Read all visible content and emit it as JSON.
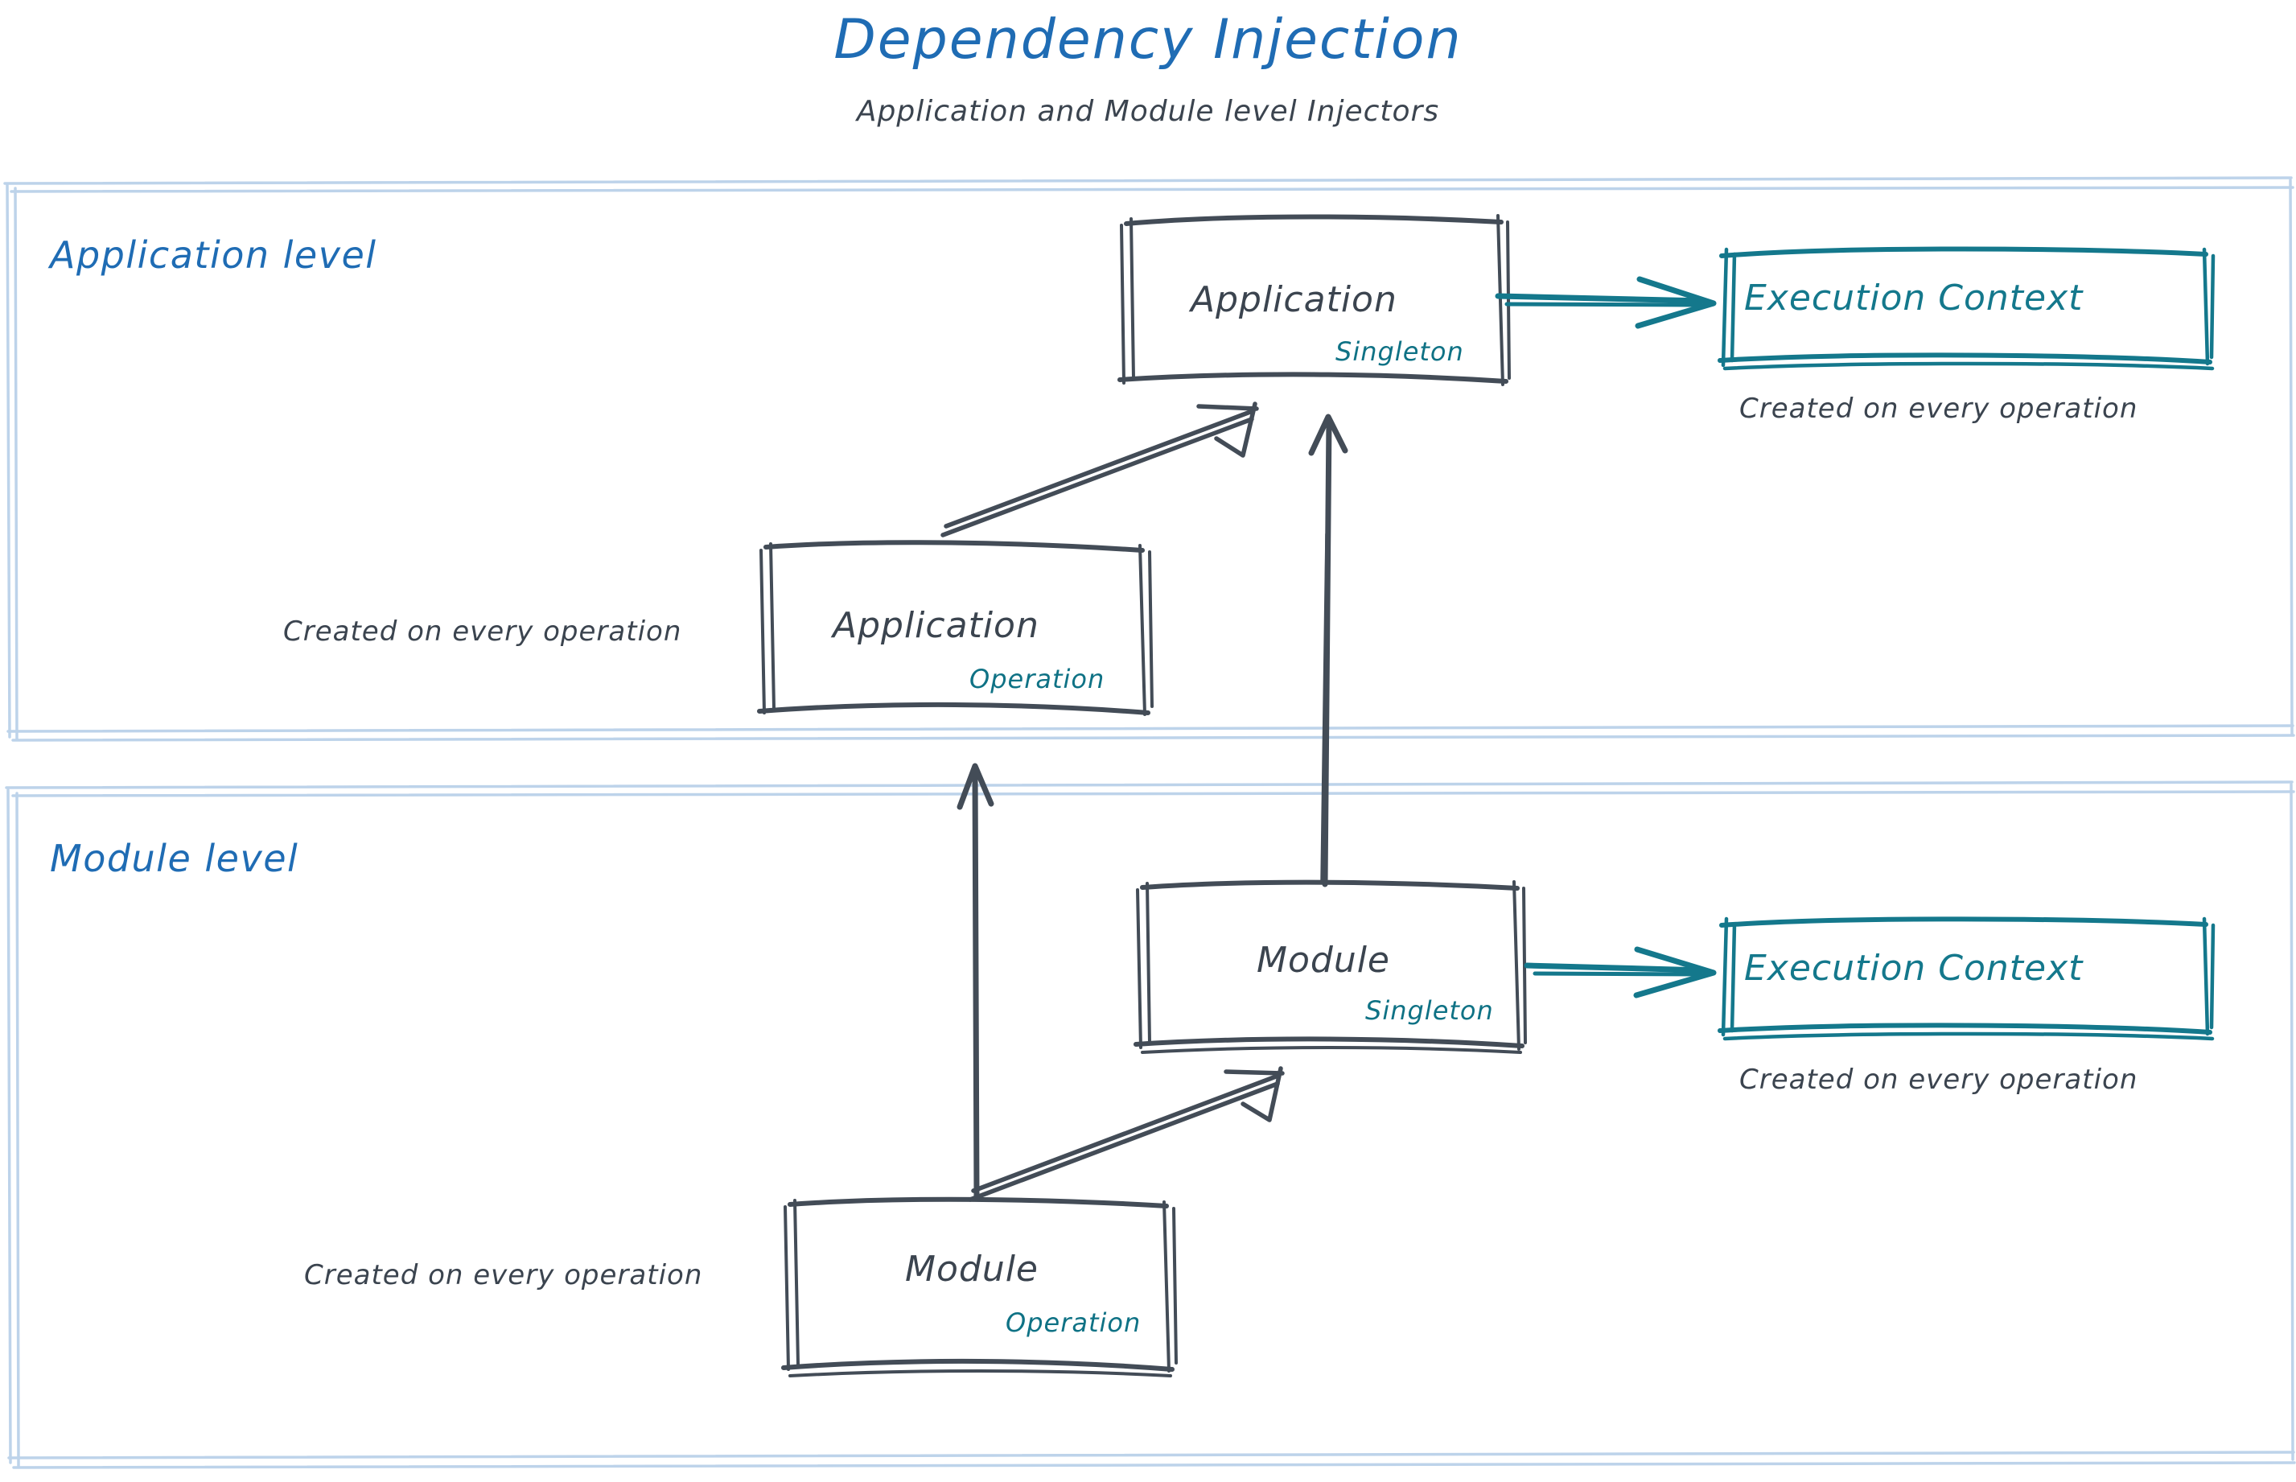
{
  "header": {
    "title": "Dependency Injection",
    "subtitle": "Application and Module level Injectors"
  },
  "colors": {
    "title_blue": "#1f6cb4",
    "section_blue": "#1f6cb4",
    "container_border": "#bdd3ea",
    "ink_gray": "#3b444f",
    "teal": "#14788c",
    "scope_teal": "#0f7285",
    "background": "#ffffff"
  },
  "sections": [
    {
      "id": "application-level",
      "label": "Application level",
      "nodes": [
        {
          "id": "application-singleton",
          "title": "Application",
          "scope": "Singleton",
          "style": "gray-box"
        },
        {
          "id": "execution-context-application",
          "title": "Execution Context",
          "style": "teal-box",
          "note": "Created on every operation"
        },
        {
          "id": "application-operation",
          "title": "Application",
          "scope": "Operation",
          "style": "gray-box",
          "note": "Created on every operation"
        }
      ]
    },
    {
      "id": "module-level",
      "label": "Module level",
      "nodes": [
        {
          "id": "module-singleton",
          "title": "Module",
          "scope": "Singleton",
          "style": "gray-box"
        },
        {
          "id": "execution-context-module",
          "title": "Execution Context",
          "style": "teal-box",
          "note": "Created on every operation"
        },
        {
          "id": "module-operation",
          "title": "Module",
          "scope": "Operation",
          "style": "gray-box",
          "note": "Created on every operation"
        }
      ]
    }
  ],
  "edges": [
    {
      "id": "application-to-execution-context",
      "from": "application-singleton",
      "to": "execution-context-application",
      "color": "teal",
      "shape": "horizontal"
    },
    {
      "id": "application-operation-to-application-singleton",
      "from": "application-operation",
      "to": "application-singleton",
      "color": "gray",
      "shape": "diagonal"
    },
    {
      "id": "module-singleton-to-application-singleton",
      "from": "module-singleton",
      "to": "application-singleton",
      "color": "gray",
      "shape": "vertical"
    },
    {
      "id": "module-to-execution-context",
      "from": "module-singleton",
      "to": "execution-context-module",
      "color": "teal",
      "shape": "horizontal"
    },
    {
      "id": "module-operation-to-module-singleton",
      "from": "module-operation",
      "to": "module-singleton",
      "color": "gray",
      "shape": "diagonal"
    },
    {
      "id": "module-operation-to-application-operation",
      "from": "module-operation",
      "to": "application-operation",
      "color": "gray",
      "shape": "vertical"
    }
  ]
}
